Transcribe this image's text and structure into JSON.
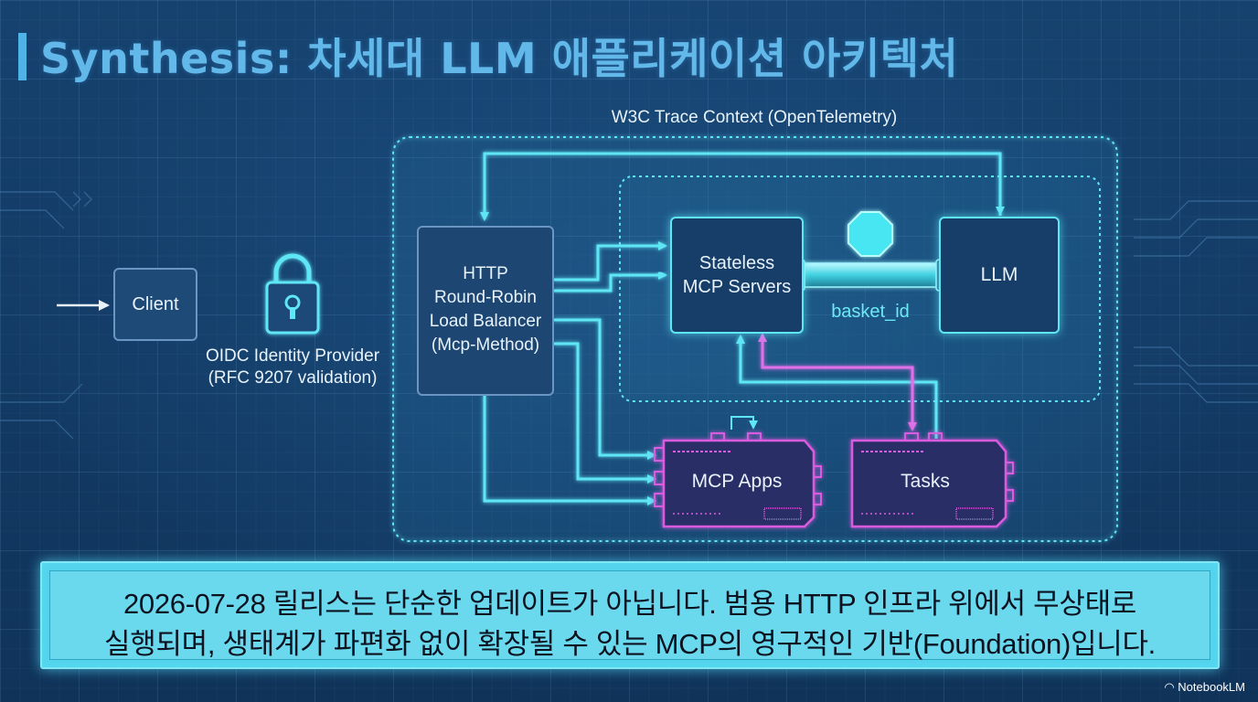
{
  "title": "Synthesis: 차세대 LLM 애플리케이션 아키텍처",
  "trace_label": "W3C Trace Context (OpenTelemetry)",
  "nodes": {
    "client": "Client",
    "oidc_line1": "OIDC Identity Provider",
    "oidc_line2": "(RFC 9207 validation)",
    "lb_line1": "HTTP",
    "lb_line2": "Round-Robin",
    "lb_line3": "Load Balancer",
    "lb_line4": "(Mcp-Method)",
    "mcp_line1": "Stateless",
    "mcp_line2": "MCP Servers",
    "llm": "LLM",
    "basket": "basket_id",
    "apps": "MCP Apps",
    "tasks": "Tasks"
  },
  "caption_line1": "2026-07-28 릴리스는 단순한 업데이트가 아닙니다. 범용 HTTP 인프라 위에서 무상태로",
  "caption_line2": "실행되며, 생태계가 파편화 없이 확장될 수 있는 MCP의 영구적인 기반(Foundation)입니다.",
  "footer": "NotebookLM",
  "colors": {
    "cyan": "#5fe6f5",
    "magenta": "#d95be0",
    "box_border": "#6b95c2"
  }
}
